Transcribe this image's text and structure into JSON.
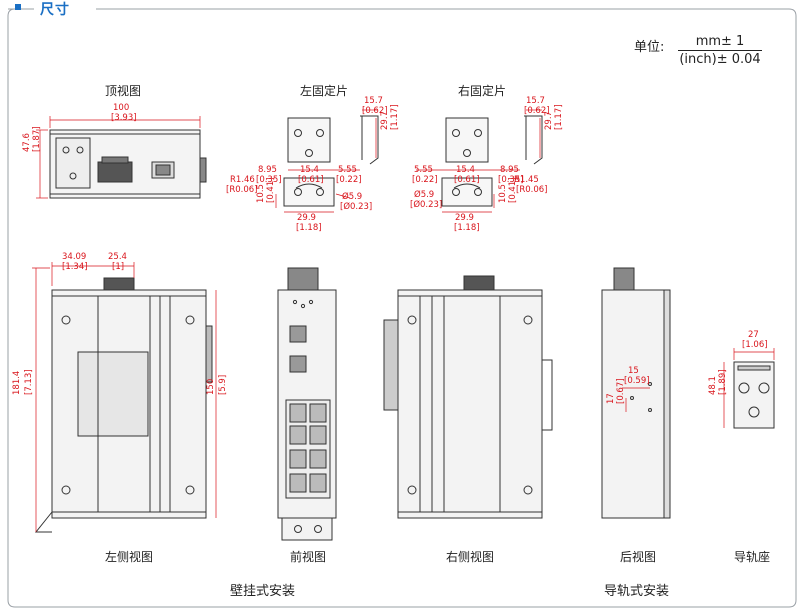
{
  "header": {
    "title": "尺寸"
  },
  "unit": {
    "prefix": "单位:",
    "numerator": "mm± 1",
    "denominator": "(inch)± 0.04"
  },
  "views": {
    "top": "顶视图",
    "left_bracket": "左固定片",
    "right_bracket": "右固定片",
    "left_side": "左侧视图",
    "front": "前视图",
    "right_side": "右侧视图",
    "back": "后视图",
    "rail_seat": "导轨座"
  },
  "sections": {
    "wall": "壁挂式安装",
    "din": "导轨式安装"
  },
  "dims": {
    "top_w": "100",
    "top_w_in": "[3.93]",
    "top_h": "47.6",
    "top_h_in": "[1.87]",
    "lb_15_7": "15.7",
    "lb_15_7_in": "[0.62]",
    "lb_29_7": "29.7",
    "lb_29_7_in": "[1.17]",
    "lb_8_95": "8.95",
    "lb_8_95_in": "[0.35]",
    "lb_15_4": "15.4",
    "lb_15_4_in": "[0.61]",
    "lb_5_55": "5.55",
    "lb_5_55_in": "[0.22]",
    "lb_r": "R1.46",
    "lb_r_in": "[R0.06]",
    "lb_d": "Ø5.9",
    "lb_d_in": "[Ø0.23]",
    "lb_10_5": "10.5",
    "lb_10_5_in": "[0.41]",
    "lb_29_9": "29.9",
    "lb_29_9_in": "[1.18]",
    "rb_r": "R1.45",
    "rb_r_in": "[R0.06]",
    "ls_34": "34.09",
    "ls_34_in": "[1.34]",
    "ls_25": "25.4",
    "ls_25_in": "[1]",
    "ls_181": "181.4",
    "ls_181_in": "[7.13]",
    "ls_150": "150",
    "ls_150_in": "[5.9]",
    "bk_15": "15",
    "bk_15_in": "[0.59]",
    "bk_17": "17",
    "bk_17_in": "[0.67]",
    "rs_27": "27",
    "rs_27_in": "[1.06]",
    "rs_48": "48.1",
    "rs_48_in": "[1.89]"
  }
}
